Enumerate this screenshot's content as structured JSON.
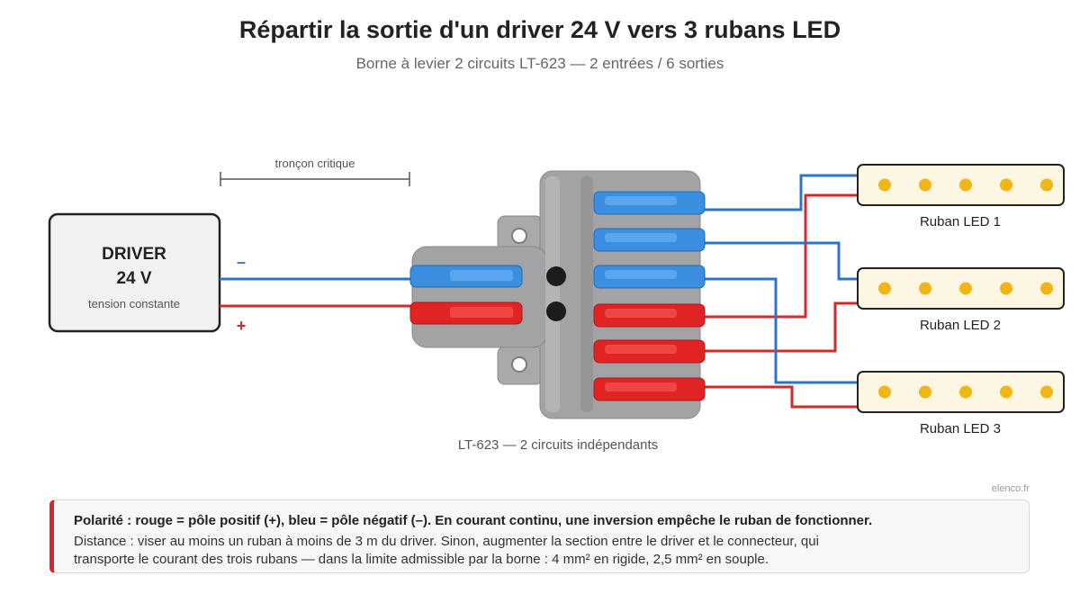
{
  "header": {
    "title": "Répartir la sortie d'un driver 24 V vers 3 rubans LED",
    "subtitle": "Borne à levier 2 circuits LT-623 — 2 entrées / 6 sorties"
  },
  "segment": {
    "label": "tronçon critique"
  },
  "driver": {
    "name": "DRIVER",
    "voltage": "24 V",
    "type": "tension constante",
    "minus_symbol": "–",
    "plus_symbol": "+"
  },
  "connector": {
    "caption": "LT-623 — 2 circuits indépendants"
  },
  "strips": [
    {
      "label": "Ruban LED 1"
    },
    {
      "label": "Ruban LED 2"
    },
    {
      "label": "Ruban LED 3"
    }
  ],
  "colors": {
    "positive": "#d42a2a",
    "negative": "#2b74c9",
    "lever_blue": "#3a8fe0",
    "lever_red": "#e02424",
    "connector_body": "#a3a3a6",
    "led_dot": "#f1b516",
    "strip_bg": "#fdf6e3"
  },
  "source": "elenco.fr",
  "note": {
    "bold": "Polarité : rouge = pôle positif (+), bleu = pôle négatif (–). En courant continu, une inversion empêche le ruban de fonctionner.",
    "line1": "Distance : viser au moins un ruban à moins de 3 m du driver. Sinon, augmenter la section entre le driver et le connecteur, qui",
    "line2": "transporte le courant des trois rubans — dans la limite admissible par la borne : 4 mm² en rigide, 2,5 mm² en souple."
  }
}
